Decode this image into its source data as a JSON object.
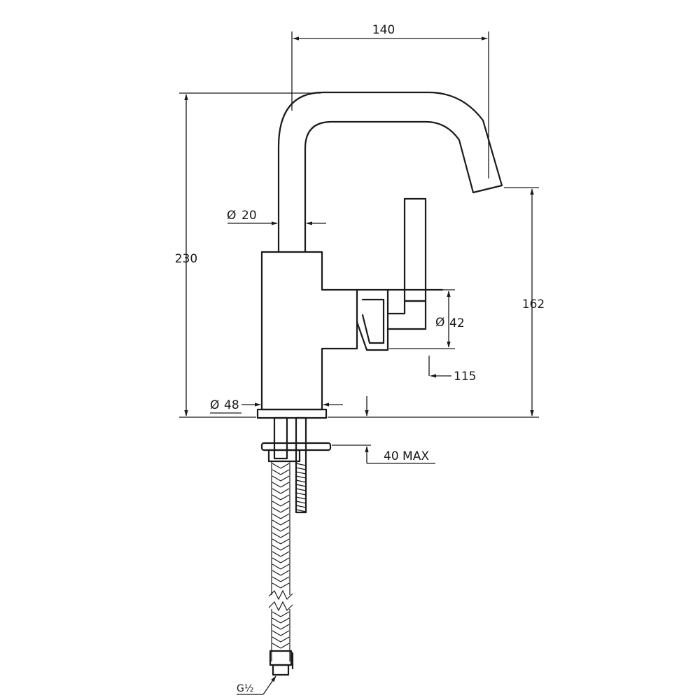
{
  "dimensions": {
    "spout_reach": "140",
    "overall_height": "230",
    "spout_height": "162",
    "spout_diameter_symbol": "Ø",
    "spout_diameter": "20",
    "body_diameter_symbol": "Ø",
    "body_diameter": "48",
    "handle_diameter_symbol": "Ø",
    "handle_diameter": "42",
    "handle_clearance": "115",
    "max_deck_thickness": "40 MAX",
    "connection_thread": "G½"
  },
  "colors": {
    "ink": "#1a1a1a",
    "paper": "#ffffff"
  }
}
